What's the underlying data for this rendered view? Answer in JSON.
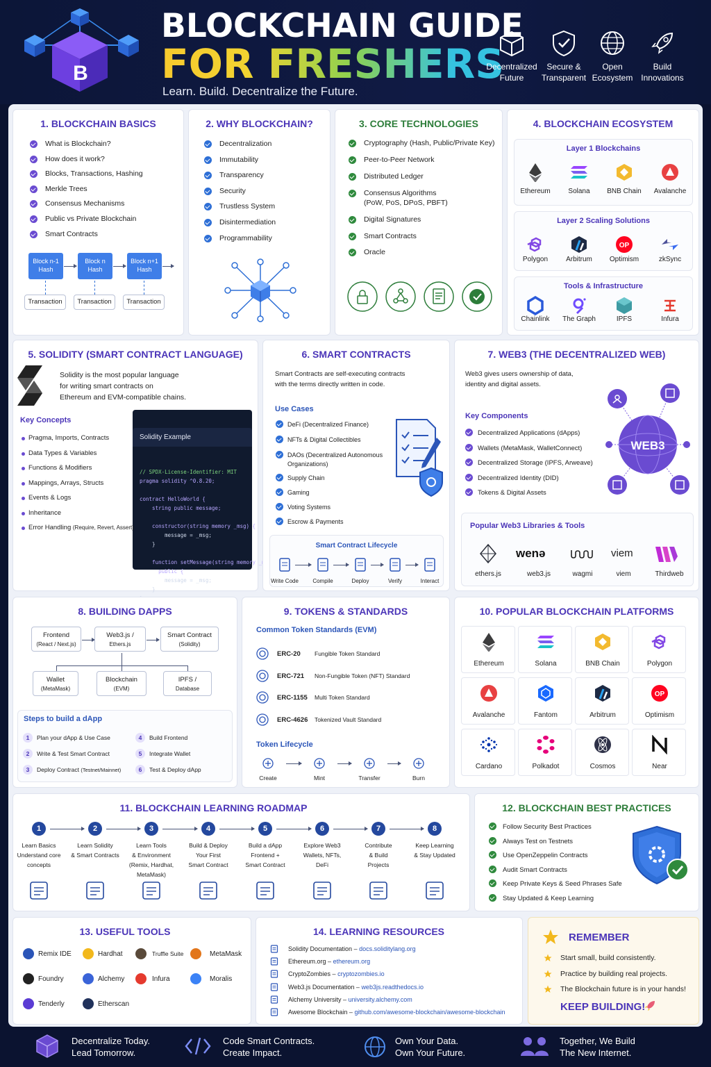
{
  "header": {
    "title_line1": "BLOCKCHAIN GUIDE",
    "title_line2": "FOR FRESHERS",
    "tagline": "Learn. Build. Decentralize the Future.",
    "logo_letter": "B",
    "features": [
      {
        "line1": "Decentralized",
        "line2": "Future",
        "icon": "cube-icon"
      },
      {
        "line1": "Secure &",
        "line2": "Transparent",
        "icon": "shield-check-icon"
      },
      {
        "line1": "Open",
        "line2": "Ecosystem",
        "icon": "globe-icon"
      },
      {
        "line1": "Build",
        "line2": "Innovations",
        "icon": "rocket-icon"
      }
    ]
  },
  "s1": {
    "title": "1. BLOCKCHAIN BASICS",
    "items": [
      "What is Blockchain?",
      "How does it work?",
      "Blocks, Transactions, Hashing",
      "Merkle Trees",
      "Consensus Mechanisms",
      "Public vs Private Blockchain",
      "Smart Contracts"
    ],
    "blocks": [
      {
        "l1": "Block n-1",
        "l2": "Hash"
      },
      {
        "l1": "Block n",
        "l2": "Hash"
      },
      {
        "l1": "Block n+1",
        "l2": "Hash"
      }
    ],
    "tx": [
      "Transaction",
      "Transaction",
      "Transaction"
    ]
  },
  "s2": {
    "title": "2. WHY BLOCKCHAIN?",
    "items": [
      "Decentralization",
      "Immutability",
      "Transparency",
      "Security",
      "Trustless System",
      "Disintermediation",
      "Programmability"
    ]
  },
  "s3": {
    "title": "3. CORE TECHNOLOGIES",
    "items": [
      "Cryptography (Hash, Public/Private Key)",
      "Peer-to-Peer Network",
      "Distributed Ledger",
      "Consensus Algorithms",
      "(PoW, PoS, DPoS, PBFT)",
      "Digital Signatures",
      "Smart Contracts",
      "Oracle"
    ]
  },
  "s4": {
    "title": "4. BLOCKCHAIN ECOSYSTEM",
    "groups": [
      {
        "title": "Layer 1 Blockchains",
        "items": [
          "Ethereum",
          "Solana",
          "BNB Chain",
          "Avalanche"
        ]
      },
      {
        "title": "Layer 2 Scaling Solutions",
        "items": [
          "Polygon",
          "Arbitrum",
          "Optimism",
          "zkSync"
        ]
      },
      {
        "title": "Tools & Infrastructure",
        "items": [
          "Chainlink",
          "The Graph",
          "IPFS",
          "Infura"
        ]
      }
    ],
    "op_text": "OP"
  },
  "s5": {
    "title": "5. SOLIDITY (SMART CONTRACT LANGUAGE)",
    "desc": [
      "Solidity is the most popular language",
      "for writing smart contracts on",
      "Ethereum and EVM-compatible chains."
    ],
    "kc_title": "Key Concepts",
    "concepts": [
      "Pragma, Imports, Contracts",
      "Data Types & Variables",
      "Functions & Modifiers",
      "Mappings, Arrays, Structs",
      "Events & Logs",
      "Inheritance",
      "Error Handling"
    ],
    "error_suffix": "(Require, Revert, Assert)",
    "code_title": "Solidity Example",
    "code": [
      "// SPDX-License-Identifier: MIT",
      "pragma solidity ^0.8.20;",
      "",
      "contract HelloWorld {",
      "    string public message;",
      "",
      "    constructor(string memory _msg) {",
      "        message = _msg;",
      "    }",
      "",
      "    function setMessage(string memory _msg)",
      "      public {",
      "        message = _msg;",
      "    }",
      "}"
    ]
  },
  "s6": {
    "title": "6. SMART CONTRACTS",
    "desc": [
      "Smart Contracts are self-executing contracts",
      "with the terms directly written in code."
    ],
    "uc_title": "Use Cases",
    "cases": [
      "DeFi (Decentralized Finance)",
      "NFTs & Digital Collectibles",
      "DAOs (Decentralized Autonomous",
      "Organizations)",
      "Supply Chain",
      "Gaming",
      "Voting Systems",
      "Escrow & Payments"
    ],
    "lc_title": "Smart Contract Lifecycle",
    "lifecycle": [
      "Write Code",
      "Compile",
      "Deploy",
      "Verify",
      "Interact"
    ]
  },
  "s7": {
    "title": "7. WEB3 (THE DECENTRALIZED WEB)",
    "desc": [
      "Web3 gives users ownership of data,",
      "identity and digital assets."
    ],
    "kc_title": "Key Components",
    "components": [
      "Decentralized Applications (dApps)",
      "Wallets (MetaMask, WalletConnect)",
      "Decentralized Storage (IPFS, Arweave)",
      "Decentralized Identity (DID)",
      "Tokens & Digital Assets"
    ],
    "globe_text": "WEB3",
    "lib_title": "Popular Web3 Libraries & Tools",
    "libs": [
      "ethers.js",
      "web3.js",
      "wagmi",
      "viem",
      "Thirdweb"
    ],
    "wena": "wenə",
    "viem_logo": "viem"
  },
  "s8": {
    "title": "8. BUILDING DAPPS",
    "arch": [
      {
        "l1": "Frontend",
        "l2": "(React / Next.js)"
      },
      {
        "l1": "Web3.js /",
        "l2": "Ethers.js"
      },
      {
        "l1": "Smart Contract",
        "l2": "(Solidity)"
      },
      {
        "l1": "Wallet",
        "l2": "(MetaMask)"
      },
      {
        "l1": "Blockchain",
        "l2": "(EVM)"
      },
      {
        "l1": "IPFS /",
        "l2": "Database"
      }
    ],
    "steps_title": "Steps to build a dApp",
    "steps": [
      {
        "n": "1",
        "t": "Plan your dApp & Use Case"
      },
      {
        "n": "2",
        "t": "Write & Test Smart Contract"
      },
      {
        "n": "3",
        "t": "Deploy Contract",
        "s": "(Testnet/Mainnet)"
      },
      {
        "n": "4",
        "t": "Build Frontend"
      },
      {
        "n": "5",
        "t": "Integrate Wallet"
      },
      {
        "n": "6",
        "t": "Test & Deploy dApp"
      }
    ]
  },
  "s9": {
    "title": "9. TOKENS & STANDARDS",
    "std_title": "Common Token Standards (EVM)",
    "standards": [
      {
        "code": "ERC-20",
        "desc": "Fungible Token Standard"
      },
      {
        "code": "ERC-721",
        "desc": "Non-Fungible Token (NFT) Standard"
      },
      {
        "code": "ERC-1155",
        "desc": "Multi Token Standard"
      },
      {
        "code": "ERC-4626",
        "desc": "Tokenized Vault Standard"
      }
    ],
    "lc_title": "Token Lifecycle",
    "lifecycle": [
      "Create",
      "Mint",
      "Transfer",
      "Burn"
    ]
  },
  "s10": {
    "title": "10. POPULAR BLOCKCHAIN PLATFORMS",
    "platforms": [
      "Ethereum",
      "Solana",
      "BNB Chain",
      "Polygon",
      "Avalanche",
      "Fantom",
      "Arbitrum",
      "Optimism",
      "Cardano",
      "Polkadot",
      "Cosmos",
      "Near"
    ],
    "op_text": "OP"
  },
  "s11": {
    "title": "11. BLOCKCHAIN LEARNING ROADMAP",
    "steps": [
      {
        "n": "1",
        "l": [
          "Learn Basics",
          "Understand core",
          "concepts"
        ]
      },
      {
        "n": "2",
        "l": [
          "Learn Solidity",
          "& Smart Contracts"
        ]
      },
      {
        "n": "3",
        "l": [
          "Learn Tools",
          "& Environment",
          "(Remix, Hardhat,",
          "MetaMask)"
        ]
      },
      {
        "n": "4",
        "l": [
          "Build & Deploy",
          "Your First",
          "Smart Contract"
        ]
      },
      {
        "n": "5",
        "l": [
          "Build a dApp",
          "Frontend +",
          "Smart Contract"
        ]
      },
      {
        "n": "6",
        "l": [
          "Explore Web3",
          "Wallets, NFTs,",
          "DeFi"
        ]
      },
      {
        "n": "7",
        "l": [
          "Contribute",
          "& Build",
          "Projects"
        ]
      },
      {
        "n": "8",
        "l": [
          "Keep Learning",
          "& Stay Updated"
        ]
      }
    ]
  },
  "s12": {
    "title": "12. BLOCKCHAIN BEST PRACTICES",
    "items": [
      "Follow Security Best Practices",
      "Always Test on Testnets",
      "Use OpenZeppelin Contracts",
      "Audit Smart Contracts",
      "Keep Private Keys & Seed Phrases Safe",
      "Stay Updated & Keep Learning"
    ]
  },
  "s13": {
    "title": "13. USEFUL TOOLS",
    "tools": [
      "Remix IDE",
      "Hardhat",
      "Truffle Suite",
      "MetaMask",
      "Foundry",
      "Alchemy",
      "Infura",
      "Moralis",
      "Tenderly",
      "Etherscan"
    ]
  },
  "s14": {
    "title": "14. LEARNING RESOURCES",
    "resources": [
      {
        "name": "Solidity Documentation",
        "url": "docs.soliditylang.org"
      },
      {
        "name": "Ethereum.org",
        "url": "ethereum.org"
      },
      {
        "name": "CryptoZombies",
        "url": "cryptozombies.io"
      },
      {
        "name": "Web3.js Documentation",
        "url": "web3js.readthedocs.io"
      },
      {
        "name": "Alchemy University",
        "url": "university.alchemy.com"
      },
      {
        "name": "Awesome Blockchain",
        "url": "github.com/awesome-blockchain/awesome-blockchain"
      }
    ],
    "dash": "–"
  },
  "remember": {
    "title": "REMEMBER",
    "items": [
      "Start small, build consistently.",
      "Practice by building real projects.",
      "The Blockchain future is in your hands!"
    ],
    "cta": "KEEP BUILDING!"
  },
  "footer": [
    {
      "l1": "Decentralize Today.",
      "l2": "Lead Tomorrow."
    },
    {
      "l1": "Code Smart Contracts.",
      "l2": "Create Impact."
    },
    {
      "l1": "Own Your Data.",
      "l2": "Own Your Future."
    },
    {
      "l1": "Together, We Build",
      "l2": "The New Internet."
    }
  ],
  "colors": {
    "navy": "#0b1330",
    "purple": "#4b35b8",
    "green": "#2d7d3a",
    "blue": "#2b55b8",
    "gold": "#f7c92e"
  }
}
